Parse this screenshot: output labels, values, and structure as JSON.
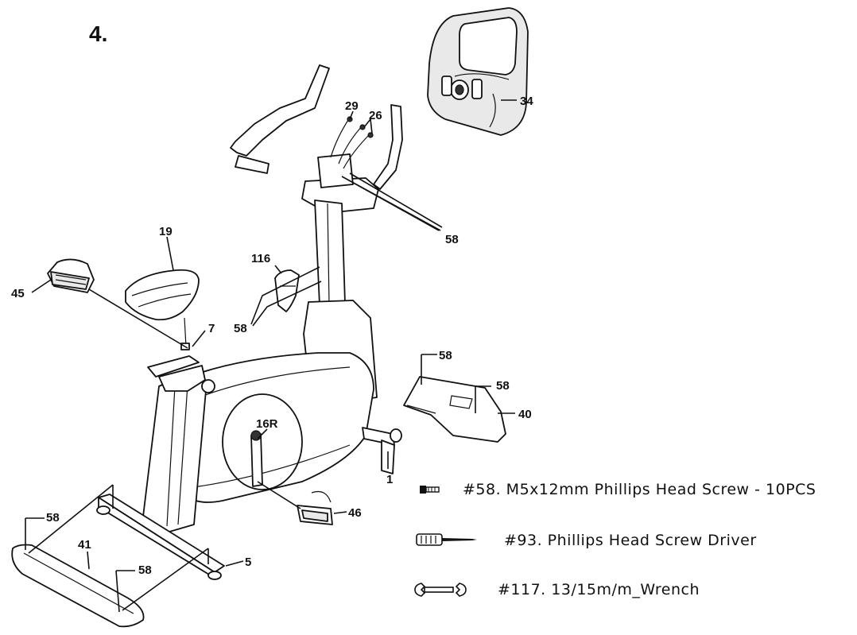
{
  "step_number": "4.",
  "callouts": {
    "c29": "29",
    "c26": "26",
    "c34": "34",
    "c58_console": "58",
    "c19": "19",
    "c116": "116",
    "c45": "45",
    "c7": "7",
    "c58_left": "58",
    "c58_rear_a": "58",
    "c58_rear_b": "58",
    "c40": "40",
    "c16r": "16R",
    "c1": "1",
    "c46": "46",
    "c58_front_a": "58",
    "c41": "41",
    "c58_front_b": "58",
    "c5": "5"
  },
  "legend": {
    "screw": "#58. M5x12mm Phillips Head Screw - 10PCS",
    "screwdriver": "#93. Phillips Head Screw Driver",
    "wrench": "#117. 13/15m/m_Wrench"
  },
  "icons": {
    "screw": "screw-icon",
    "screwdriver": "screwdriver-icon",
    "wrench": "wrench-icon"
  }
}
